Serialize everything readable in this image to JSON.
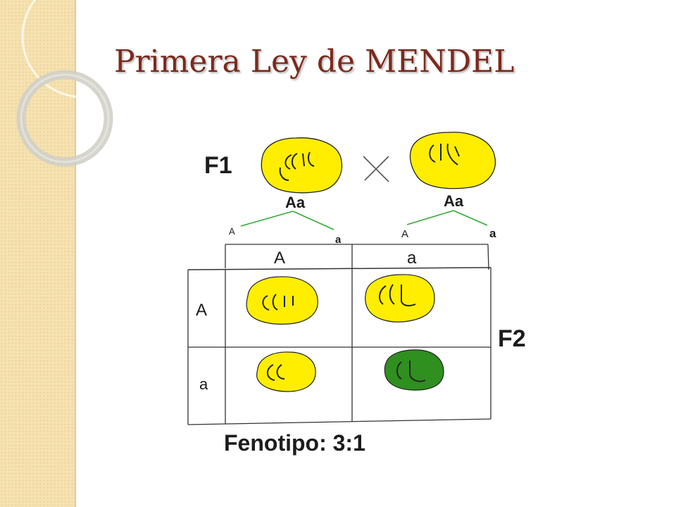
{
  "slide": {
    "title": "Primera Ley de MENDEL"
  },
  "diagram": {
    "f1_label": "F1",
    "f2_label": "F2",
    "parents": [
      {
        "genotype": "Aa",
        "gamete_left": "A",
        "gamete_right": "a",
        "color": "#ffee00"
      },
      {
        "genotype": "Aa",
        "gamete_left": "A",
        "gamete_right": "a",
        "color": "#ffee00"
      }
    ],
    "cross_symbol": "×",
    "punnett": {
      "column_headers": [
        "A",
        "a"
      ],
      "row_headers": [
        "A",
        "a"
      ],
      "cells": [
        {
          "phenotype": "yellow",
          "color": "#ffee00"
        },
        {
          "phenotype": "yellow",
          "color": "#ffee00"
        },
        {
          "phenotype": "yellow",
          "color": "#ffee00"
        },
        {
          "phenotype": "green",
          "color": "#2f8f1f"
        }
      ]
    },
    "phenotype_ratio": "Fenotipo: 3:1",
    "colors": {
      "yellow_pea": "#ffee00",
      "green_pea": "#2f8f1f",
      "gamete_lines": "#33aa33",
      "title": "#7b2a1d"
    }
  }
}
